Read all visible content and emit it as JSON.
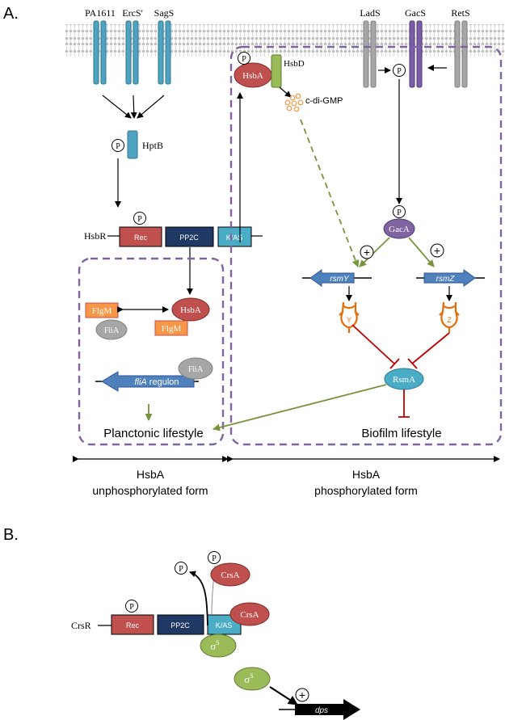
{
  "panel_a": {
    "label": "A.",
    "receptors_left": [
      "PA1611",
      "ErcS'",
      "SagS"
    ],
    "receptors_right": [
      "LadS",
      "GacS",
      "RetS"
    ],
    "phospho": "P",
    "hptb": "HptB",
    "hsbr": "HsbR",
    "domains": {
      "rec": "Rec",
      "pp2c": "PP2C",
      "kas": "K/AS"
    },
    "hsba": "HsbA",
    "hsbd": "HsbD",
    "cdigmp": "c-di-GMP",
    "gaca": "GacA",
    "plus": "+",
    "rsmy": "rsmY",
    "rsmz": "rsmZ",
    "y_label": "Y",
    "z_label": "Z",
    "rsma": "RsmA",
    "flgm": "FlgM",
    "flia": "FliA",
    "flia_regulon_italic": "fliA",
    "flia_regulon_rest": " regulon",
    "planctonic": "Planctonic lifestyle",
    "biofilm": "Biofilm lifestyle",
    "unphos_line1": "HsbA",
    "unphos_line2": "unphosphorylated form",
    "phos_line1": "HsbA",
    "phos_line2": "phosphorylated form"
  },
  "panel_b": {
    "label": "B.",
    "crsr": "CrsR",
    "crsa": "CrsA",
    "sigma": "σ",
    "sigma_sup": "S",
    "dps": "dps"
  },
  "colors": {
    "receptor_blue": "#4fa3c0",
    "receptor_gray": "#a6a6a6",
    "gacs_purple": "#7b5ea7",
    "rec_red": "#c0504d",
    "pp2c_navy": "#1f3864",
    "kas_cyan": "#4bacc6",
    "hsbd_green": "#9bbb59",
    "gaca_purple": "#8064a2",
    "gene_blue": "#4f81bd",
    "rna_orange": "#e46c0a",
    "flgm_orange": "#f79646",
    "dash_purple": "#8064a2",
    "activation_green": "#77933c",
    "inhibition_red": "#c00000"
  }
}
